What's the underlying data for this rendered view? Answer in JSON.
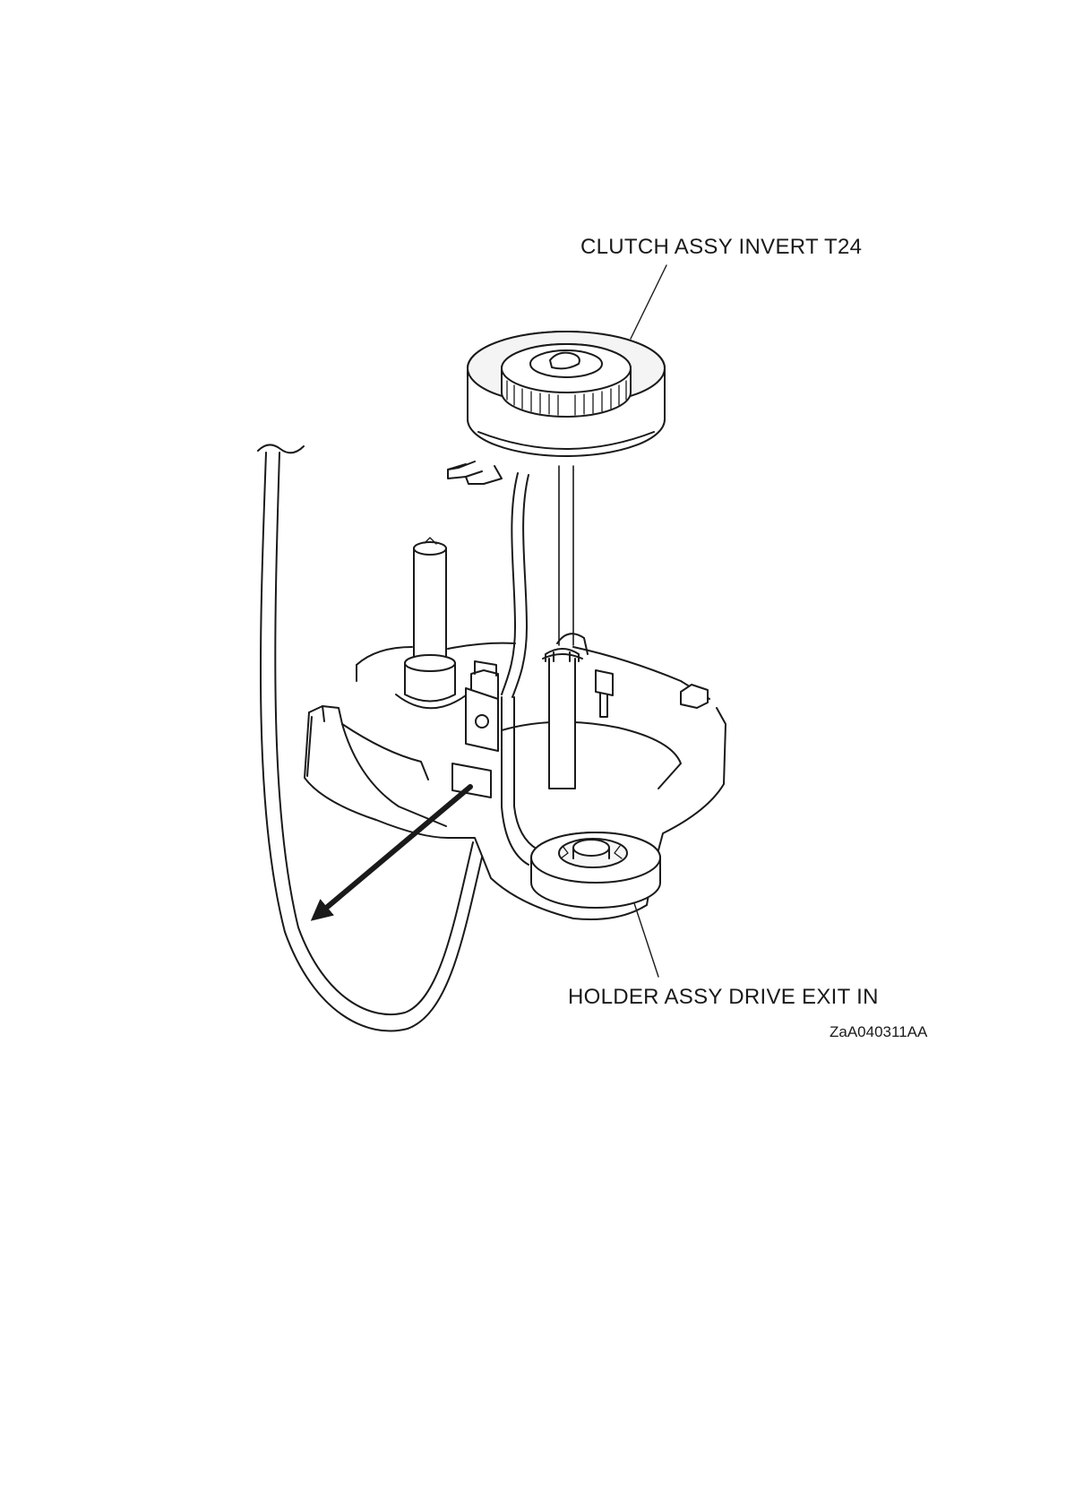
{
  "labels": {
    "clutch": "CLUTCH ASSY INVERT T24",
    "holder": "HOLDER ASSY DRIVE EXIT IN"
  },
  "figure_code": "ZaA040311AA",
  "colors": {
    "line": "#1a1a1a",
    "shade": "#f1f1f1",
    "background": "#ffffff"
  }
}
